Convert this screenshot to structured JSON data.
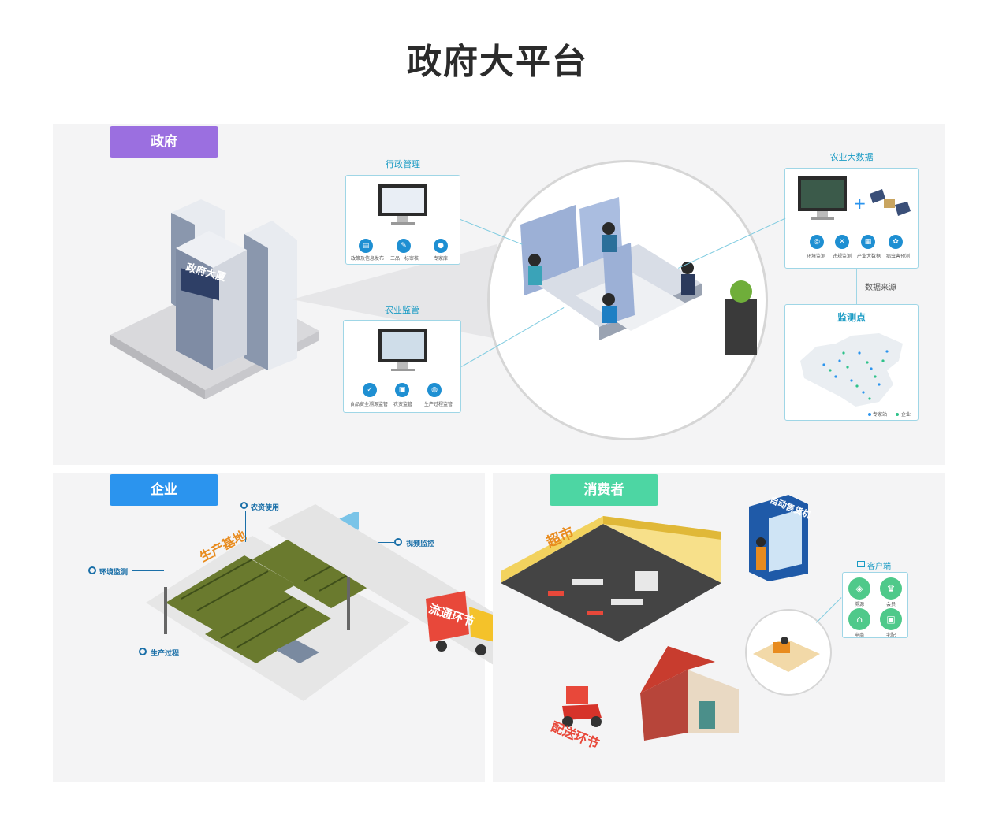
{
  "page_title": "政府大平台",
  "sections": {
    "government": {
      "label": "政府",
      "color": "#9b6fe0"
    },
    "enterprise": {
      "label": "企业",
      "color": "#2b94ee"
    },
    "consumer": {
      "label": "消费者",
      "color": "#4dd6a3"
    }
  },
  "building_sign": "政府大厦",
  "admin": {
    "title": "行政管理",
    "items": [
      "政策及信息发布",
      "三品一标审核",
      "专家库"
    ]
  },
  "agri_supervision": {
    "title": "农业监管",
    "items": [
      "食品安全溯源监管",
      "农资监管",
      "生产过程监管"
    ]
  },
  "agri_bigdata": {
    "title": "农业大数据",
    "plus": "+",
    "items": [
      "环境监测",
      "违规监测",
      "产业大数据",
      "病虫害预测"
    ]
  },
  "data_source": "数据来源",
  "monitor": {
    "title": "监测点",
    "legend": [
      "专家站",
      "企业"
    ]
  },
  "farm": {
    "sign": "生产基地",
    "labels": {
      "agri_input": "农资使用",
      "video": "视频监控",
      "env": "环境监测",
      "process": "生产过程"
    }
  },
  "truck_sign": "流通环节",
  "delivery_sign": "配送环节",
  "supermarket_sign": "超市",
  "vending_sign": "自动售货机",
  "client": {
    "title": "客户端",
    "items": [
      "溯源",
      "会员",
      "电商",
      "宅配"
    ]
  }
}
